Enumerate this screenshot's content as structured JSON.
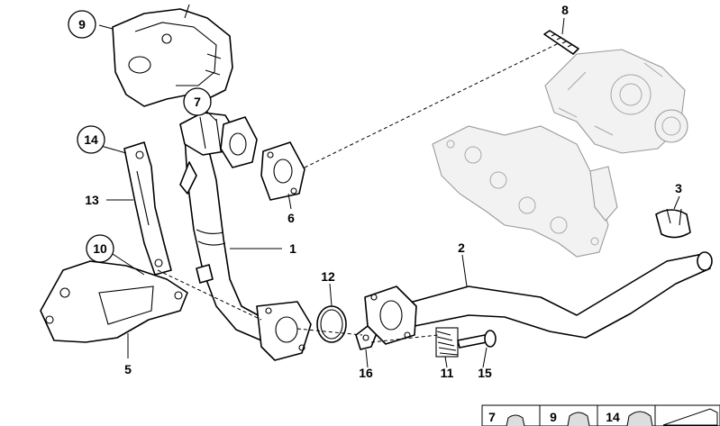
{
  "callouts": [
    {
      "id": "c1",
      "label": "1",
      "circled": false
    },
    {
      "id": "c2",
      "label": "2",
      "circled": false
    },
    {
      "id": "c3",
      "label": "3",
      "circled": false
    },
    {
      "id": "c5",
      "label": "5",
      "circled": false
    },
    {
      "id": "c6",
      "label": "6",
      "circled": false
    },
    {
      "id": "c7",
      "label": "7",
      "circled": true
    },
    {
      "id": "c8",
      "label": "8",
      "circled": false
    },
    {
      "id": "c9",
      "label": "9",
      "circled": true
    },
    {
      "id": "c10",
      "label": "10",
      "circled": true
    },
    {
      "id": "c11",
      "label": "11",
      "circled": false
    },
    {
      "id": "c12",
      "label": "12",
      "circled": false
    },
    {
      "id": "c13",
      "label": "13",
      "circled": false
    },
    {
      "id": "c14",
      "label": "14",
      "circled": true
    },
    {
      "id": "c15",
      "label": "15",
      "circled": false
    },
    {
      "id": "c16",
      "label": "16",
      "circled": false
    }
  ],
  "legend": [
    {
      "label": "7"
    },
    {
      "label": "9"
    },
    {
      "label": "14"
    }
  ]
}
